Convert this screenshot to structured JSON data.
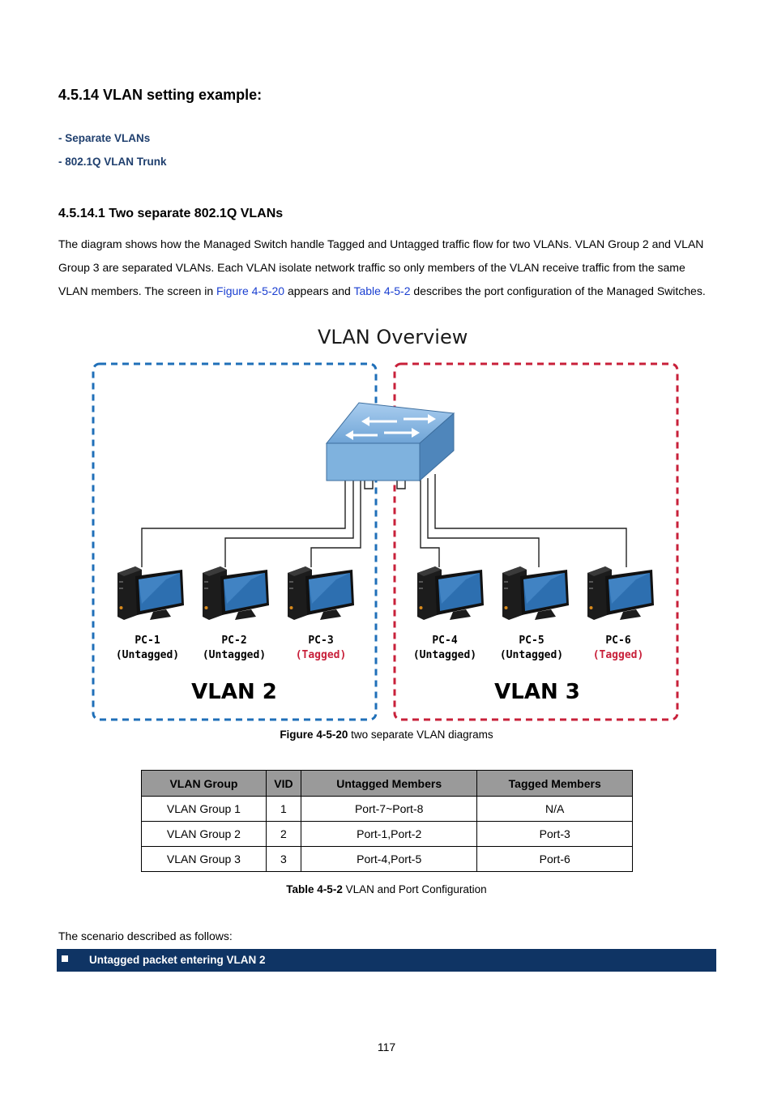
{
  "heading": "4.5.14 VLAN setting example:",
  "links": [
    "- Separate VLANs",
    "- 802.1Q VLAN Trunk"
  ],
  "subheading": "4.5.14.1 Two separate 802.1Q VLANs",
  "paragraph": {
    "part1": "The diagram shows how the Managed Switch handle Tagged and Untagged traffic flow for two VLANs. VLAN Group 2 and VLAN Group 3 are separated VLANs. Each VLAN isolate network traffic so only members of the VLAN receive traffic from the same VLAN members. The screen in ",
    "link1": "Figure 4-5-20",
    "part2": " appears and ",
    "link2": "Table 4-5-2",
    "part3": " describes the port configuration of the Managed Switches."
  },
  "figure": {
    "title": "VLAN Overview",
    "pcs": [
      {
        "name": "PC-1",
        "mode": "(Untagged)"
      },
      {
        "name": "PC-2",
        "mode": "(Untagged)"
      },
      {
        "name": "PC-3",
        "mode": "(Tagged)"
      },
      {
        "name": "PC-4",
        "mode": "(Untagged)"
      },
      {
        "name": "PC-5",
        "mode": "(Untagged)"
      },
      {
        "name": "PC-6",
        "mode": "(Tagged)"
      }
    ],
    "vlan_labels": [
      "VLAN 2",
      "VLAN 3"
    ],
    "colors": {
      "vlan2": "#1f6fb8",
      "vlan3": "#c8203a",
      "tagged": "#c8203a",
      "switch": "#7fb2de"
    },
    "caption_bold": "Figure 4-5-20",
    "caption_rest": " two separate VLAN diagrams"
  },
  "table": {
    "headers": [
      "VLAN Group",
      "VID",
      "Untagged Members",
      "Tagged Members"
    ],
    "rows": [
      [
        "VLAN Group 1",
        "1",
        "Port-7~Port-8",
        "N/A"
      ],
      [
        "VLAN Group 2",
        "2",
        "Port-1,Port-2",
        "Port-3"
      ],
      [
        "VLAN Group 3",
        "3",
        "Port-4,Port-5",
        "Port-6"
      ]
    ],
    "caption_bold": "Table 4-5-2",
    "caption_rest": " VLAN and Port Configuration"
  },
  "scenario_text": "The scenario described as follows:",
  "section_bar": "Untagged packet entering VLAN 2",
  "page_number": "117"
}
